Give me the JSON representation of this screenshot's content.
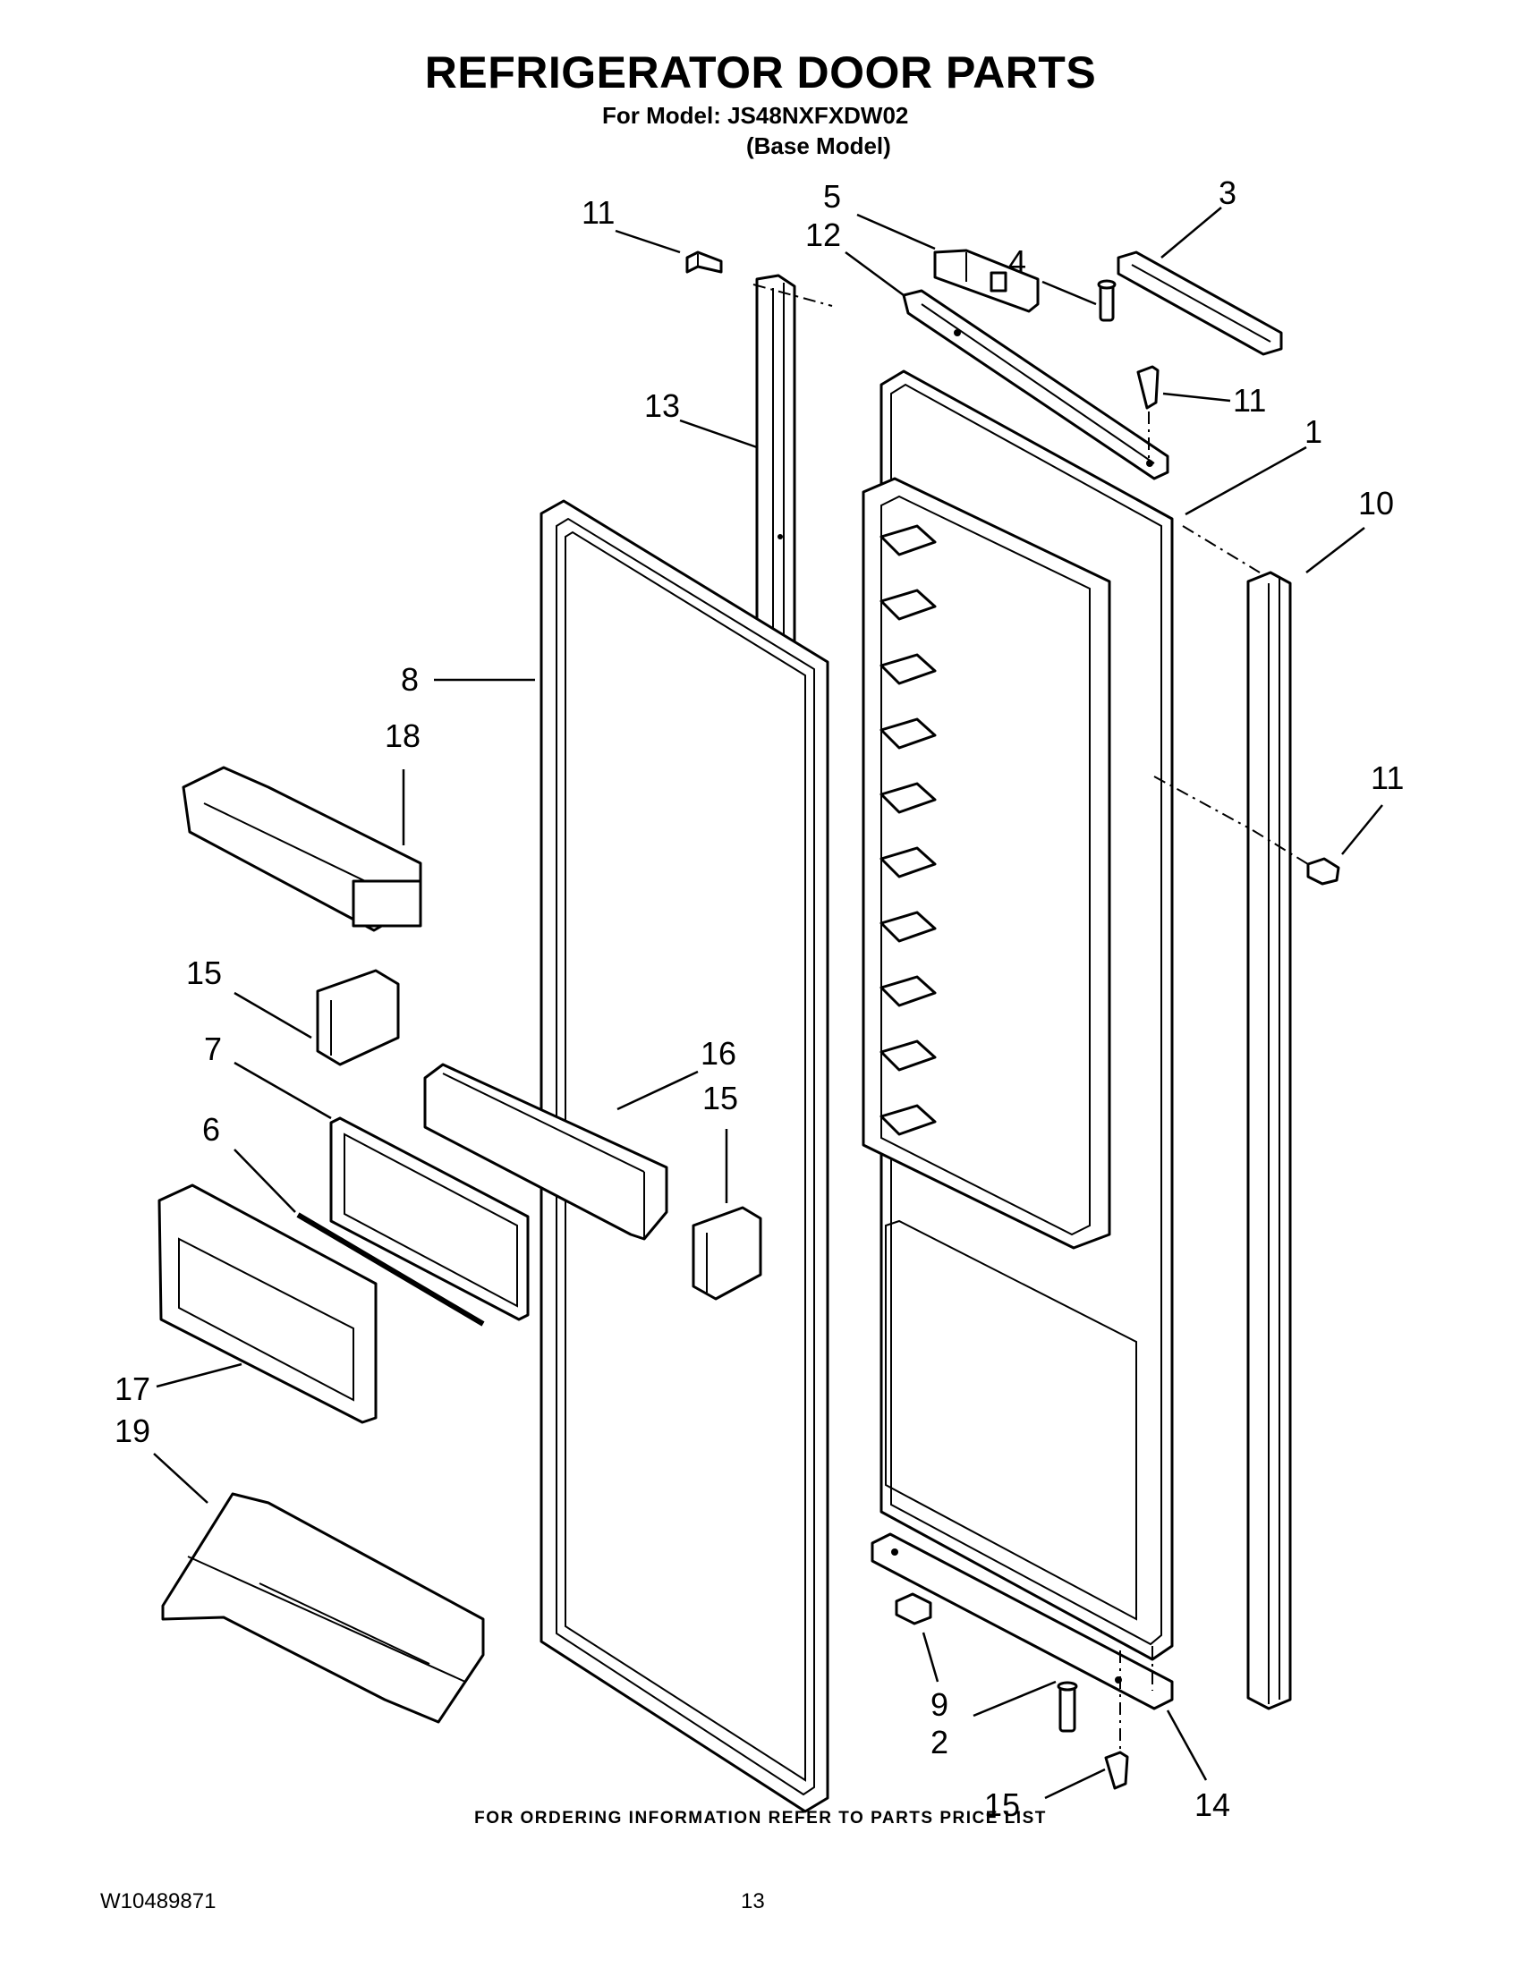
{
  "header": {
    "title": "REFRIGERATOR DOOR PARTS",
    "model_line": "For Model: JS48NXFXDW02",
    "base_line": "(Base Model)"
  },
  "callouts": [
    {
      "id": "c-11a",
      "label": "11"
    },
    {
      "id": "c-5",
      "label": "5"
    },
    {
      "id": "c-12",
      "label": "12"
    },
    {
      "id": "c-3",
      "label": "3"
    },
    {
      "id": "c-4",
      "label": "4"
    },
    {
      "id": "c-11b",
      "label": "11"
    },
    {
      "id": "c-13",
      "label": "13"
    },
    {
      "id": "c-1",
      "label": "1"
    },
    {
      "id": "c-10",
      "label": "10"
    },
    {
      "id": "c-8",
      "label": "8"
    },
    {
      "id": "c-18",
      "label": "18"
    },
    {
      "id": "c-11c",
      "label": "11"
    },
    {
      "id": "c-15a",
      "label": "15"
    },
    {
      "id": "c-7",
      "label": "7"
    },
    {
      "id": "c-16",
      "label": "16"
    },
    {
      "id": "c-15b",
      "label": "15"
    },
    {
      "id": "c-6",
      "label": "6"
    },
    {
      "id": "c-17",
      "label": "17"
    },
    {
      "id": "c-19",
      "label": "19"
    },
    {
      "id": "c-9",
      "label": "9"
    },
    {
      "id": "c-2",
      "label": "2"
    },
    {
      "id": "c-15c",
      "label": "15"
    },
    {
      "id": "c-14",
      "label": "14"
    }
  ],
  "footer": {
    "ordering_note": "FOR ORDERING INFORMATION REFER TO PARTS PRICE LIST",
    "doc_id": "W10489871",
    "page": "13"
  }
}
